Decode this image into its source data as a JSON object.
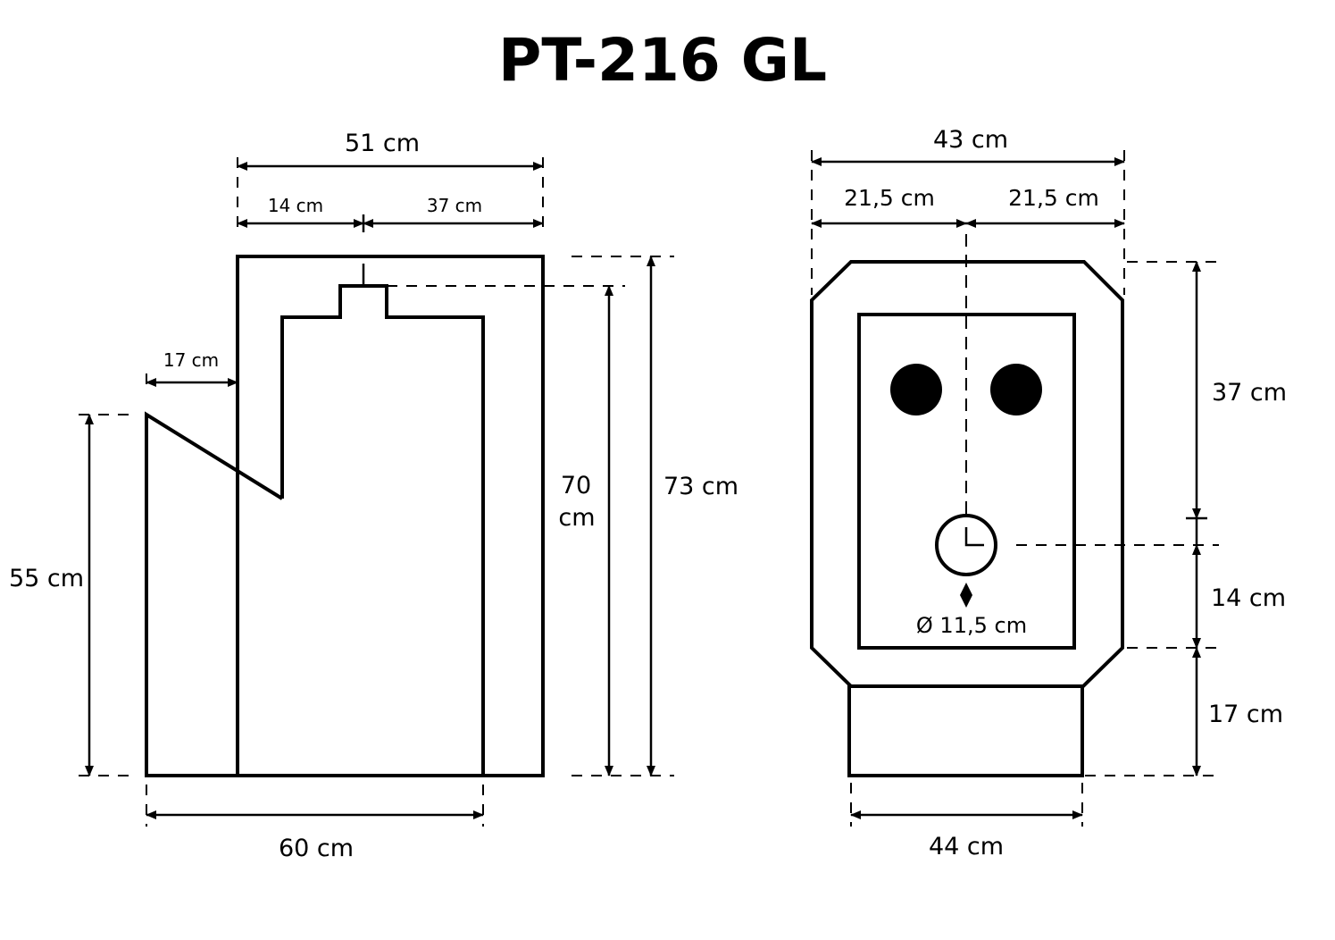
{
  "title": "PT-216 GL",
  "side_view": {
    "width_total": "51 cm",
    "width_left": "14 cm",
    "width_right": "37 cm",
    "hopper_offset": "17 cm",
    "front_height": "55 cm",
    "inner_height_line1": "70",
    "inner_height_line2": "cm",
    "total_height": "73 cm",
    "depth_base": "60 cm"
  },
  "front_view": {
    "width_total": "43 cm",
    "width_left": "21,5 cm",
    "width_right": "21,5 cm",
    "upper_height": "37 cm",
    "middle_height": "14 cm",
    "base_height": "17 cm",
    "flue_diameter": "Ø 11,5 cm",
    "base_width": "44 cm"
  }
}
